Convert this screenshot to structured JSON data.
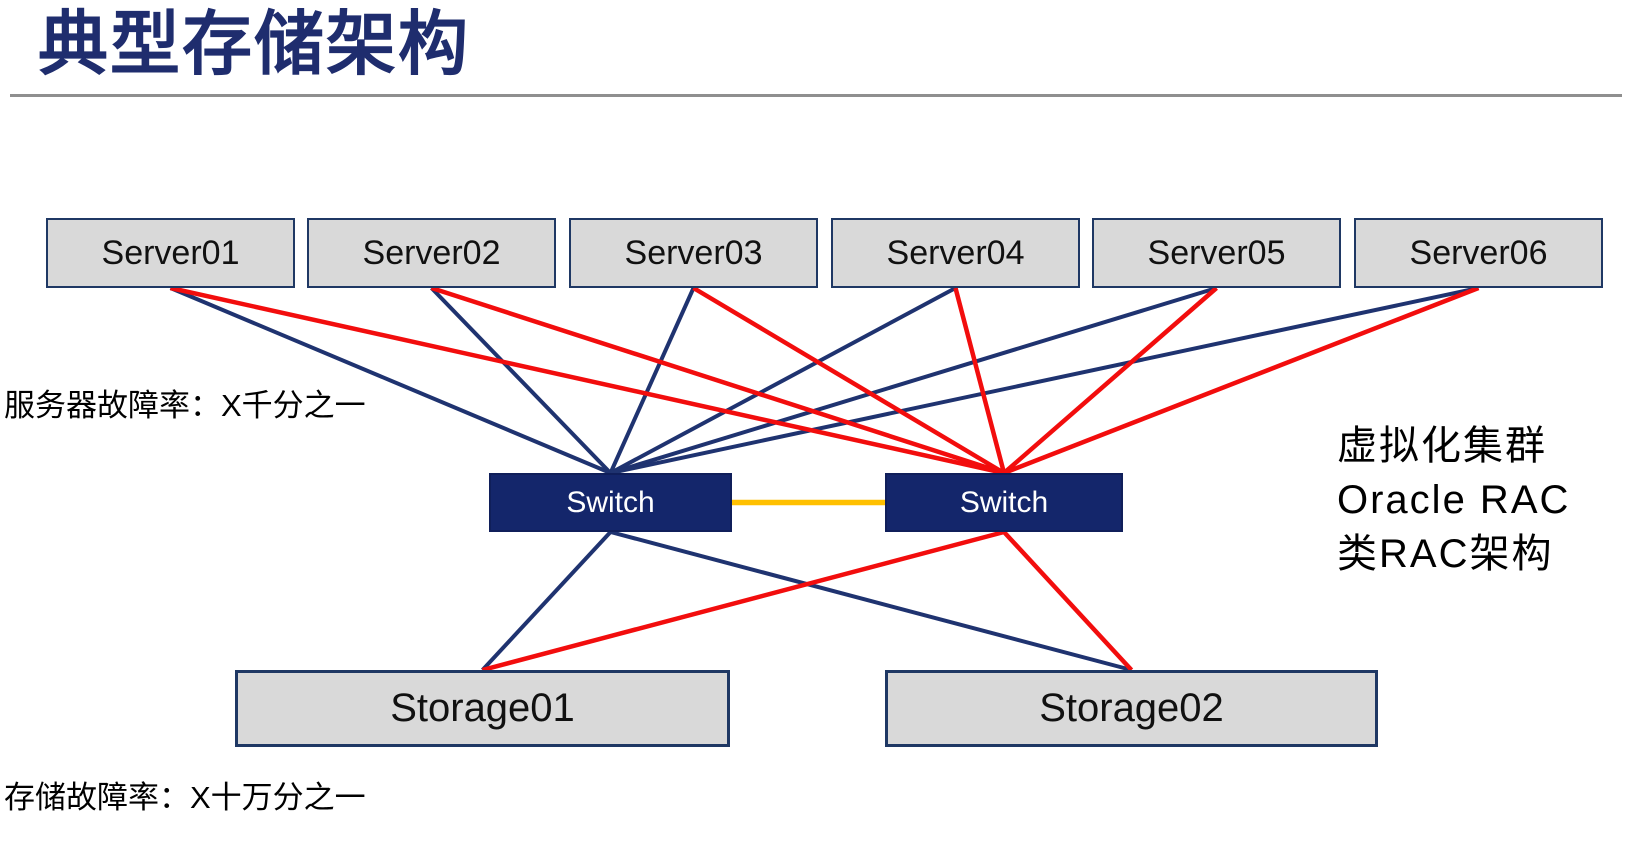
{
  "title": "典型存储架构",
  "colors": {
    "navy_line": "#1F3370",
    "red_line": "#F20D0D",
    "orange_link": "#FFC000",
    "box_fill": "#D9D9D9",
    "box_border": "#1F3864",
    "switch_fill": "#14266B",
    "title_color": "#1F2D6E"
  },
  "nodes": {
    "servers": [
      {
        "id": "server01",
        "label": "Server01"
      },
      {
        "id": "server02",
        "label": "Server02"
      },
      {
        "id": "server03",
        "label": "Server03"
      },
      {
        "id": "server04",
        "label": "Server04"
      },
      {
        "id": "server05",
        "label": "Server05"
      },
      {
        "id": "server06",
        "label": "Server06"
      }
    ],
    "switches": [
      {
        "id": "switch-a",
        "label": "Switch"
      },
      {
        "id": "switch-b",
        "label": "Switch"
      }
    ],
    "storages": [
      {
        "id": "storage01",
        "label": "Storage01"
      },
      {
        "id": "storage02",
        "label": "Storage02"
      }
    ]
  },
  "edges": [
    {
      "from": "server01",
      "to": "switch-a",
      "color": "navy_line"
    },
    {
      "from": "server02",
      "to": "switch-a",
      "color": "navy_line"
    },
    {
      "from": "server03",
      "to": "switch-a",
      "color": "navy_line"
    },
    {
      "from": "server04",
      "to": "switch-a",
      "color": "navy_line"
    },
    {
      "from": "server05",
      "to": "switch-a",
      "color": "navy_line"
    },
    {
      "from": "server06",
      "to": "switch-a",
      "color": "navy_line"
    },
    {
      "from": "server01",
      "to": "switch-b",
      "color": "red_line"
    },
    {
      "from": "server02",
      "to": "switch-b",
      "color": "red_line"
    },
    {
      "from": "server03",
      "to": "switch-b",
      "color": "red_line"
    },
    {
      "from": "server04",
      "to": "switch-b",
      "color": "red_line"
    },
    {
      "from": "server05",
      "to": "switch-b",
      "color": "red_line"
    },
    {
      "from": "server06",
      "to": "switch-b",
      "color": "red_line"
    },
    {
      "from": "switch-a",
      "to": "storage01",
      "color": "navy_line"
    },
    {
      "from": "switch-a",
      "to": "storage02",
      "color": "navy_line"
    },
    {
      "from": "switch-b",
      "to": "storage01",
      "color": "red_line"
    },
    {
      "from": "switch-b",
      "to": "storage02",
      "color": "red_line"
    },
    {
      "from": "switch-a",
      "to": "switch-b",
      "color": "orange_link",
      "anchor": "side"
    }
  ],
  "annotations": {
    "server_failure_rate": "服务器故障率：X千分之一",
    "storage_failure_rate": "存储故障率：X十万分之一",
    "cluster_note_lines": [
      "虚拟化集群",
      "Oracle RAC",
      "类RAC架构"
    ]
  }
}
